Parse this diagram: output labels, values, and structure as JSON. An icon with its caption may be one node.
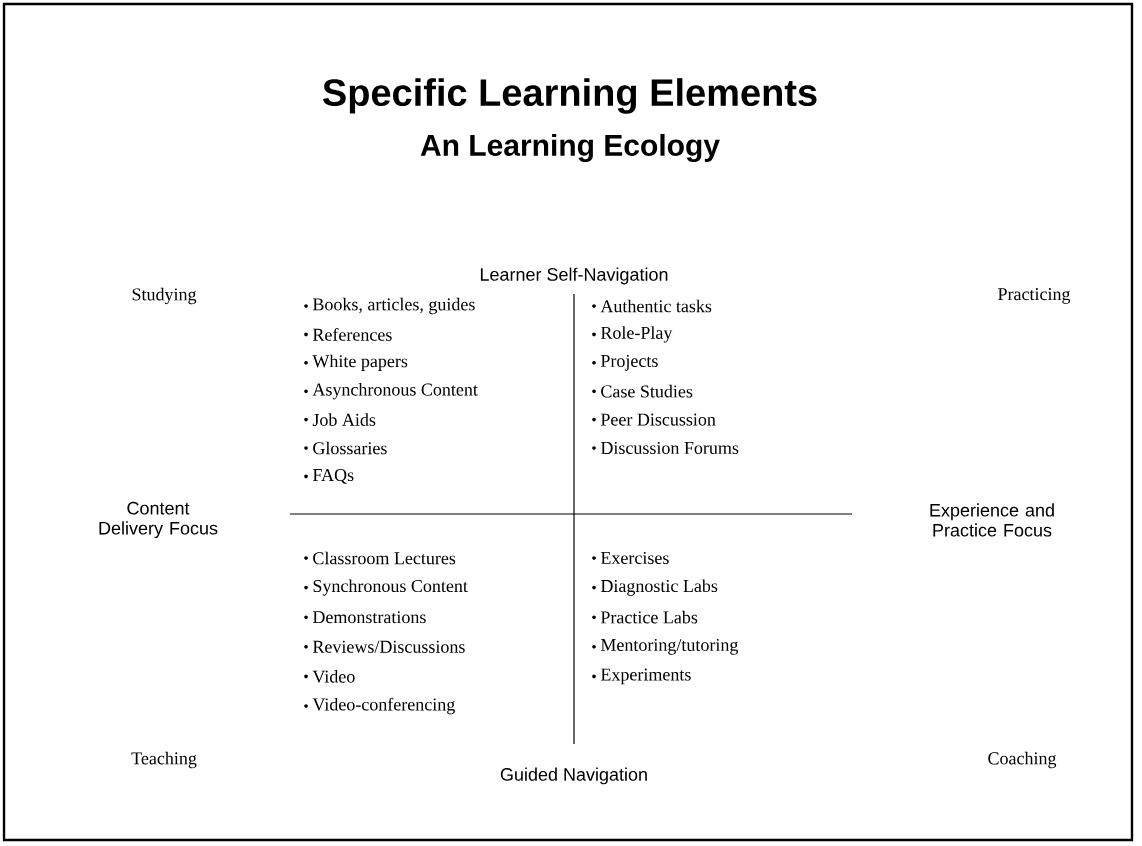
{
  "diagram": {
    "title": "Specific Learning Elements",
    "labels": [
      "An Learning Ecology",
      "Learner Self-Navigation",
      "Studying",
      "Practicing",
      "Books, articles, guides",
      "References",
      "White papers",
      "Asynchronous Content",
      "Job Aids",
      "Glossaries",
      "FAQs",
      "Authentic tasks",
      "Role-Play",
      "Projects",
      "Case Studies",
      "Peer Discussion",
      "Discussion Forums",
      "Content Delivery Focus",
      "Experience and Practice Focus",
      "Classroom Lectures",
      "Synchronous Content",
      "Demonstrations",
      "Reviews/Discussions",
      "Video",
      "Video-conferencing",
      "Exercises",
      "Diagnostic Labs",
      "Practice Labs",
      "Mentoring/tutoring",
      "Experiments",
      "Teaching",
      "Coaching",
      "Guided Navigation"
    ]
  }
}
